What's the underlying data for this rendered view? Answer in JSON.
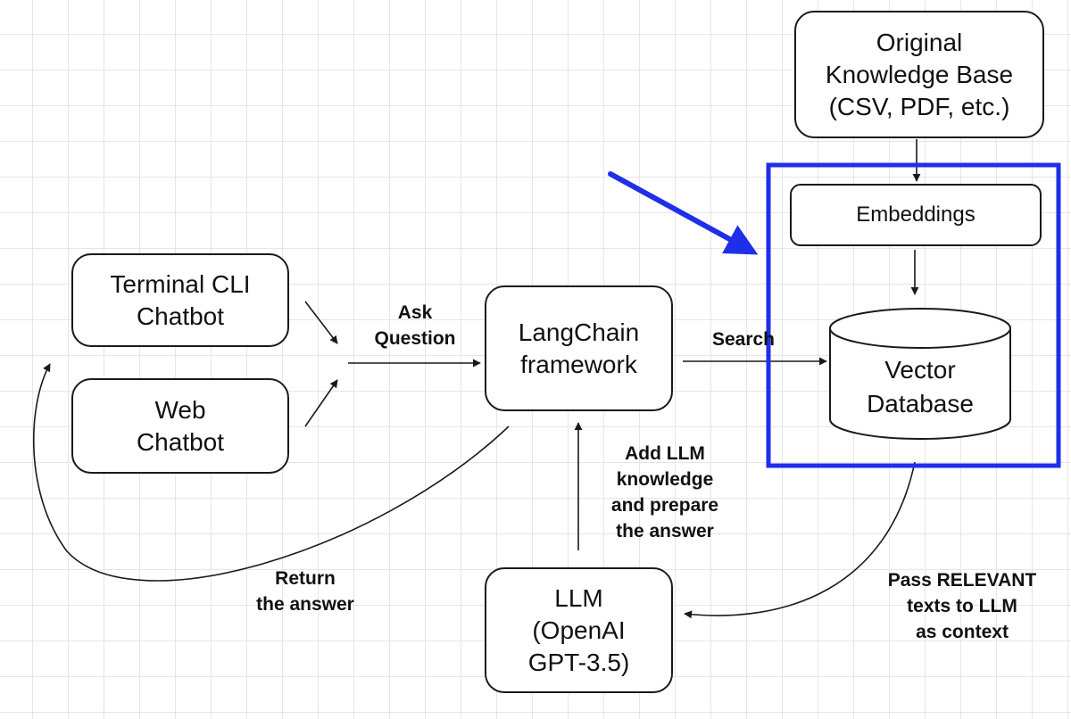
{
  "nodes": {
    "knowledge_base": [
      "Original",
      "Knowledge Base",
      "(CSV, PDF, etc.)"
    ],
    "embeddings": "Embeddings",
    "vector_db": [
      "Vector",
      "Database"
    ],
    "terminal_cli": [
      "Terminal CLI",
      "Chatbot"
    ],
    "web_chatbot": [
      "Web",
      "Chatbot"
    ],
    "langchain": [
      "LangChain",
      "framework"
    ],
    "llm": [
      "LLM",
      "(OpenAI",
      "GPT-3.5)"
    ]
  },
  "edge_labels": {
    "ask_question": [
      "Ask",
      "Question"
    ],
    "search": "Search",
    "add_llm_knowledge": [
      "Add LLM",
      "knowledge",
      "and prepare",
      "the answer"
    ],
    "pass_relevant": [
      "Pass RELEVANT",
      "texts to LLM",
      "as context"
    ],
    "return_answer": [
      "Return",
      "the answer"
    ]
  },
  "colors": {
    "highlight": "#1f2fe8",
    "stroke": "#1a1a1a",
    "grid": "#e6e6e6"
  }
}
